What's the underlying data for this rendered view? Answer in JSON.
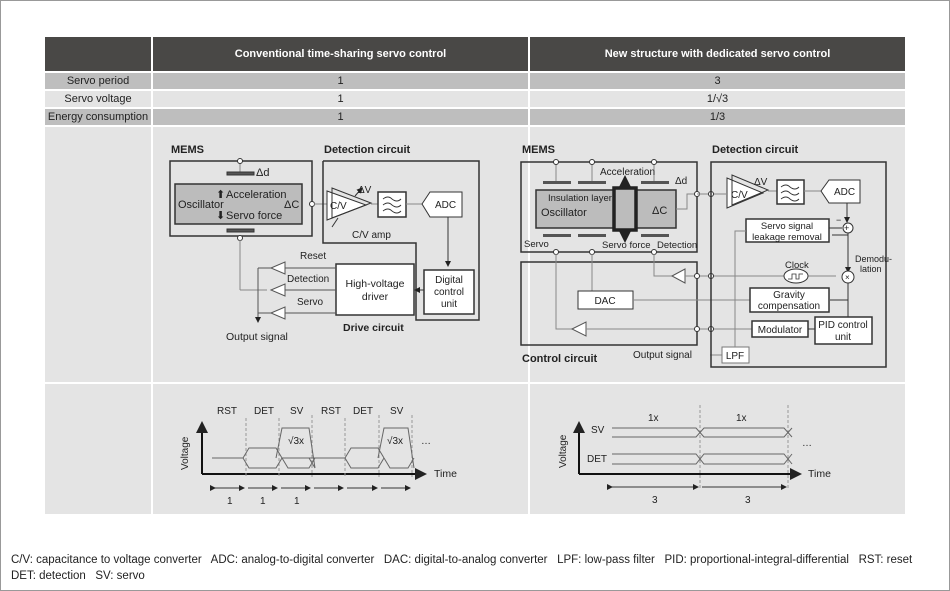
{
  "table": {
    "headers": [
      "",
      "Conventional time-sharing servo control",
      "New structure with dedicated servo control"
    ],
    "rows": [
      {
        "label": "Servo period",
        "conventional": "1",
        "new": "3"
      },
      {
        "label": "Servo voltage",
        "conventional": "1",
        "new": "1/√3"
      },
      {
        "label": "Energy consumption",
        "conventional": "1",
        "new": "1/3"
      }
    ]
  },
  "conventional_diagram": {
    "mems_title": "MEMS",
    "detection_title": "Detection circuit",
    "delta_d": "Δd",
    "oscillator": "Oscillator",
    "acceleration": "Acceleration",
    "servo_force": "Servo force",
    "delta_c": "ΔC",
    "cv": "C/V",
    "delta_v": "ΔV",
    "cv_amp": "C/V amp",
    "adc": "ADC",
    "digital_control_unit": [
      "Digital",
      "control",
      "unit"
    ],
    "hv_driver": [
      "High-voltage",
      "driver"
    ],
    "drive_circuit": "Drive circuit",
    "reset": "Reset",
    "detection": "Detection",
    "servo": "Servo",
    "output_signal": "Output signal"
  },
  "new_diagram": {
    "mems_title": "MEMS",
    "detection_title": "Detection circuit",
    "control_title": "Control circuit",
    "acceleration": "Acceleration",
    "delta_d": "Δd",
    "insulation_layer": "Insulation layer",
    "oscillator": "Oscillator",
    "delta_c": "ΔC",
    "servo": "Servo",
    "servo_force": "Servo force",
    "detection": "Detection",
    "cv": "C/V",
    "delta_v": "ΔV",
    "adc": "ADC",
    "leakage_removal": [
      "Servo signal",
      "leakage removal"
    ],
    "clock": "Clock",
    "demodulation": [
      "Demodu-",
      "lation"
    ],
    "gravity": [
      "Gravity",
      "compensation"
    ],
    "dac": "DAC",
    "modulator": "Modulator",
    "pid": [
      "PID control",
      "unit"
    ],
    "lpf": "LPF",
    "output_signal": "Output signal",
    "minus": "−",
    "plus": "+",
    "times": "×"
  },
  "conventional_timing": {
    "phases": [
      "RST",
      "DET",
      "SV",
      "RST",
      "DET",
      "SV"
    ],
    "sv_amp": "√3x",
    "ylabel": "Voltage",
    "xlabel": "Time",
    "ellipsis": "…",
    "durations": [
      "1",
      "1",
      "1"
    ]
  },
  "new_timing": {
    "rows": [
      "SV",
      "DET"
    ],
    "amp_labels": [
      "1x",
      "1x"
    ],
    "ylabel": "Voltage",
    "xlabel": "Time",
    "ellipsis": "…",
    "durations": [
      "3",
      "3"
    ]
  },
  "caption": {
    "line1": "C/V: capacitance to voltage converter   ADC: analog-to-digital converter   DAC: digital-to-analog converter   LPF: low-pass filter   PID: proportional-integral-differential   RST: reset",
    "line2": "DET: detection   SV: servo"
  }
}
